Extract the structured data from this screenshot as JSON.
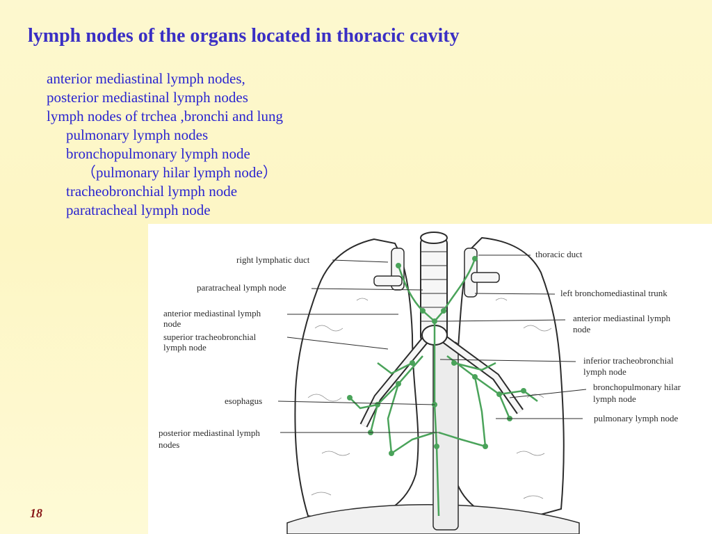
{
  "slide": {
    "title": "lymph nodes of the organs located in thoracic cavity",
    "bullets": [
      {
        "text": "anterior mediastinal lymph nodes,",
        "level": 1
      },
      {
        "text": "posterior mediastinal lymph nodes",
        "level": 1
      },
      {
        "text": "lymph nodes of trchea ,bronchi and lung",
        "level": 1
      },
      {
        "text": "pulmonary lymph nodes",
        "level": 2
      },
      {
        "text": "bronchopulmonary lymph node",
        "level": 2
      },
      {
        "text": "（pulmonary hilar lymph node）",
        "level": 3
      },
      {
        "text": "tracheobronchial lymph node",
        "level": 2
      },
      {
        "text": "paratracheal lymph node",
        "level": 2
      }
    ],
    "page_number": "18"
  },
  "figure": {
    "labels_left": {
      "right_lymphatic_duct": "right lymphatic duct",
      "paratracheal": "paratracheal lymph node",
      "anterior_mediastinal_1": "anterior mediastinal lymph",
      "anterior_mediastinal_2": "node",
      "superior_tracheobronchial_1": "superior tracheobronchial",
      "superior_tracheobronchial_2": "lymph node",
      "esophagus": "esophagus",
      "posterior_mediastinal_1": "posterior mediastinal lymph",
      "posterior_mediastinal_2": "nodes"
    },
    "labels_right": {
      "thoracic_duct": "thoracic duct",
      "left_bronchomediastinal_trunk": "left bronchomediastinal trunk",
      "anterior_mediastinal_1": "anterior mediastinal lymph",
      "anterior_mediastinal_2": "node",
      "inferior_tracheobronchial_1": "inferior tracheobronchial",
      "inferior_tracheobronchial_2": "lymph node",
      "bronchopulmonary_hilar_1": "bronchopulmonary hilar",
      "bronchopulmonary_hilar_2": "lymph node",
      "pulmonary": "pulmonary lymph node"
    },
    "colors": {
      "lymph_vessel": "#4aa35a",
      "outline": "#2b2b2b",
      "title_text": "#3a2fc4",
      "body_text": "#2a24d0",
      "page_number": "#8a1a1a"
    }
  }
}
